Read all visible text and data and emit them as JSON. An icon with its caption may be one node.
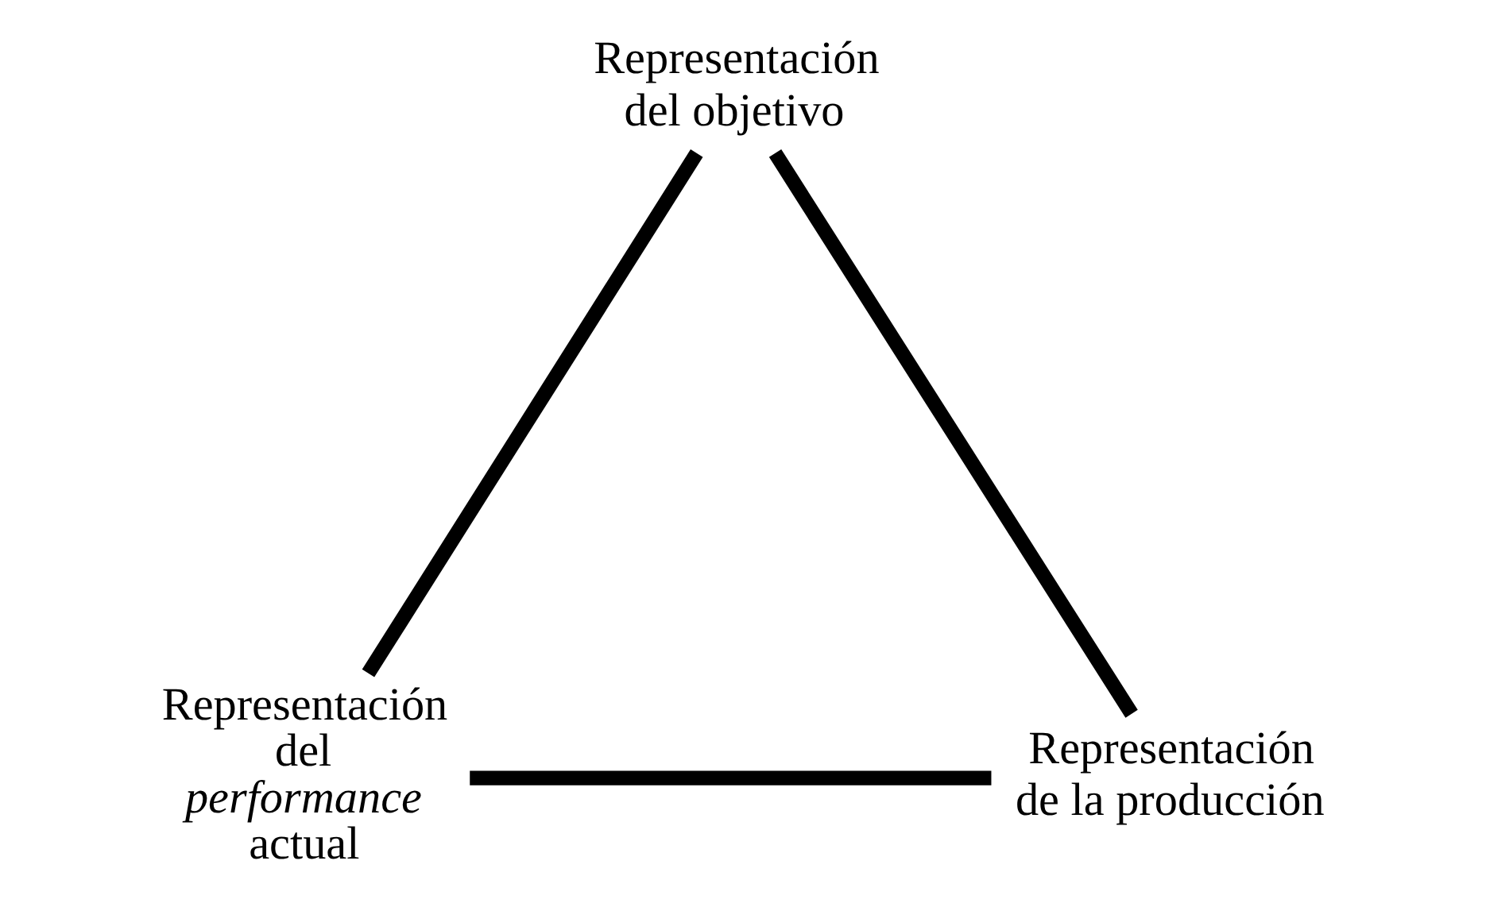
{
  "diagram": {
    "nodes": [
      {
        "text": [
          "Representación del objetivo"
        ]
      },
      {
        "text": [
          "Representación del *performance* actual"
        ]
      },
      {
        "text": [
          "Representación de la producción"
        ]
      }
    ],
    "edges": [
      {
        "from": 0,
        "to": 1,
        "arrow": "none"
      },
      {
        "from": 0,
        "to": 2,
        "arrow": "none"
      },
      {
        "from": 1,
        "to": 2,
        "arrow": "none"
      }
    ]
  }
}
